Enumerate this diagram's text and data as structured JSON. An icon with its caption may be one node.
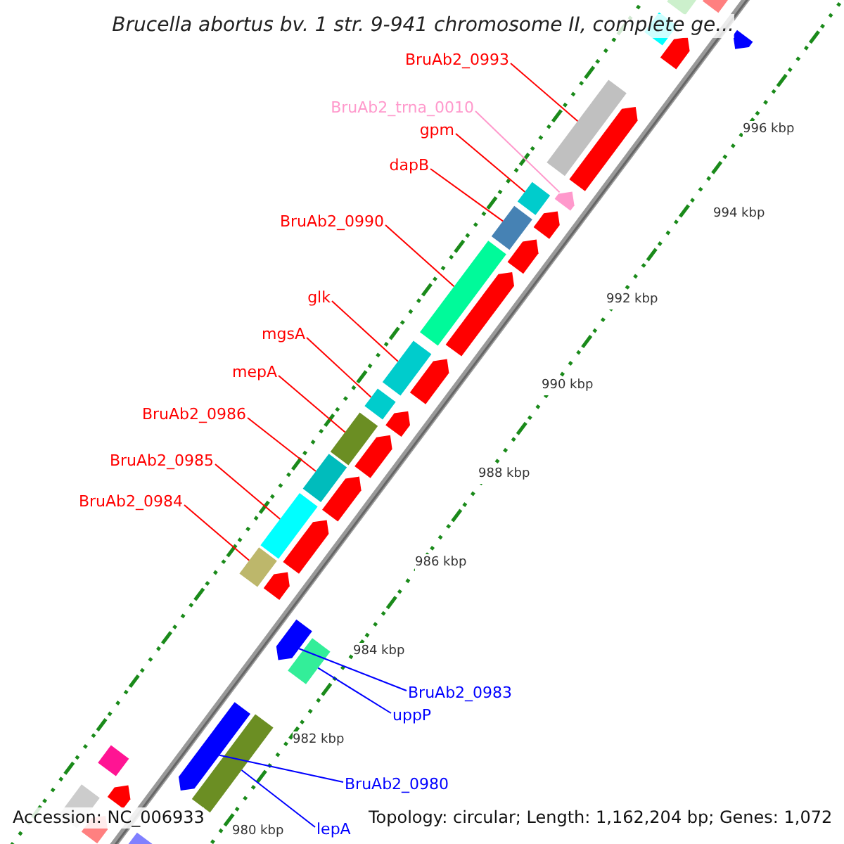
{
  "diagram": {
    "title": "Brucella abortus bv. 1 str. 9-941 chromosome II, complete ge...",
    "nodes": [
      {
        "text": [
          "BruAb2_0993"
        ]
      },
      {
        "text": [
          "BruAb2_trna_0010"
        ]
      },
      {
        "text": [
          "gpm"
        ]
      },
      {
        "text": [
          "dapB"
        ]
      },
      {
        "text": [
          "BruAb2_0990"
        ]
      },
      {
        "text": [
          "glk"
        ]
      },
      {
        "text": [
          "mgsA"
        ]
      },
      {
        "text": [
          "mepA"
        ]
      },
      {
        "text": [
          "BruAb2_0986"
        ]
      },
      {
        "text": [
          "BruAb2_0985"
        ]
      },
      {
        "text": [
          "BruAb2_0984"
        ]
      },
      {
        "text": [
          "BruAb2_0983"
        ]
      },
      {
        "text": [
          "uppP"
        ]
      },
      {
        "text": [
          "BruAb2_0980"
        ]
      },
      {
        "text": [
          "lepA"
        ]
      },
      {
        "text": [],
        "shape": "bar"
      },
      {
        "text": [],
        "shape": "arrow"
      },
      {
        "text": [],
        "shape": "bar"
      },
      {
        "text": [],
        "shape": "bar"
      },
      {
        "text": [],
        "shape": "bar"
      },
      {
        "text": [],
        "shape": "bar"
      },
      {
        "text": [],
        "shape": "bar"
      },
      {
        "text": [],
        "shape": "bar"
      },
      {
        "text": [],
        "shape": "bar"
      },
      {
        "text": [],
        "shape": "bar"
      },
      {
        "text": [],
        "shape": "bar"
      },
      {
        "text": [],
        "shape": "arrow"
      },
      {
        "text": [],
        "shape": "bar"
      },
      {
        "text": [],
        "shape": "arrow"
      },
      {
        "text": [],
        "shape": "bar"
      }
    ],
    "edges": [
      {
        "from": 0,
        "to": 15,
        "arrow": "none"
      },
      {
        "from": 1,
        "to": 16,
        "arrow": "none",
        "color": "#ff99cc"
      },
      {
        "from": 2,
        "to": 17,
        "arrow": "none"
      },
      {
        "from": 3,
        "to": 18,
        "arrow": "none"
      },
      {
        "from": 4,
        "to": 19,
        "arrow": "none"
      },
      {
        "from": 5,
        "to": 20,
        "arrow": "none"
      },
      {
        "from": 6,
        "to": 21,
        "arrow": "none"
      },
      {
        "from": 7,
        "to": 22,
        "arrow": "none"
      },
      {
        "from": 8,
        "to": 23,
        "arrow": "none"
      },
      {
        "from": 9,
        "to": 24,
        "arrow": "none"
      },
      {
        "from": 10,
        "to": 25,
        "arrow": "none"
      },
      {
        "from": 11,
        "to": 26,
        "arrow": "none",
        "color": "#0000ff"
      },
      {
        "from": 12,
        "to": 27,
        "arrow": "none",
        "color": "#0000ff"
      },
      {
        "from": 13,
        "to": 28,
        "arrow": "none",
        "color": "#0000ff"
      },
      {
        "from": 14,
        "to": 29,
        "arrow": "none",
        "color": "#0000ff"
      }
    ],
    "labels": [
      "996 kbp",
      "994 kbp",
      "992 kbp",
      "990 kbp",
      "988 kbp",
      "986 kbp",
      "984 kbp",
      "982 kbp",
      "980 kbp",
      "Accession: NC_006933",
      "Topology: circular; Length: 1,162,204 bp; Genes: 1,072"
    ]
  }
}
